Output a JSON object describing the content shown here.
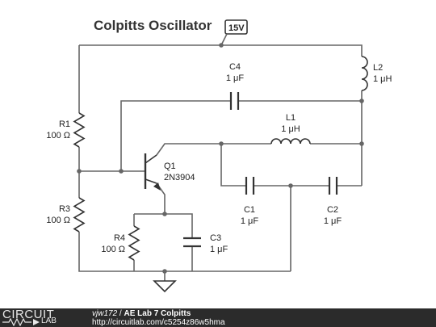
{
  "title": "Colpitts Oscillator",
  "source": {
    "label": "15V"
  },
  "components": {
    "R1": {
      "name": "R1",
      "value": "100 Ω"
    },
    "R3": {
      "name": "R3",
      "value": "100 Ω"
    },
    "R4": {
      "name": "R4",
      "value": "100 Ω"
    },
    "Q1": {
      "name": "Q1",
      "value": "2N3904"
    },
    "L1": {
      "name": "L1",
      "value": "1 μH"
    },
    "L2": {
      "name": "L2",
      "value": "1 μH"
    },
    "C1": {
      "name": "C1",
      "value": "1 μF"
    },
    "C2": {
      "name": "C2",
      "value": "1 μF"
    },
    "C3": {
      "name": "C3",
      "value": "1 μF"
    },
    "C4": {
      "name": "C4",
      "value": "1 μF"
    }
  },
  "footer": {
    "logo_top": "CIRCUIT",
    "logo_bottom": "LAB",
    "user": "vjw172",
    "separator": " / ",
    "project": "AE Lab 7 Colpitts",
    "url": "http://circuitlab.com/c5254z86w5hma"
  }
}
